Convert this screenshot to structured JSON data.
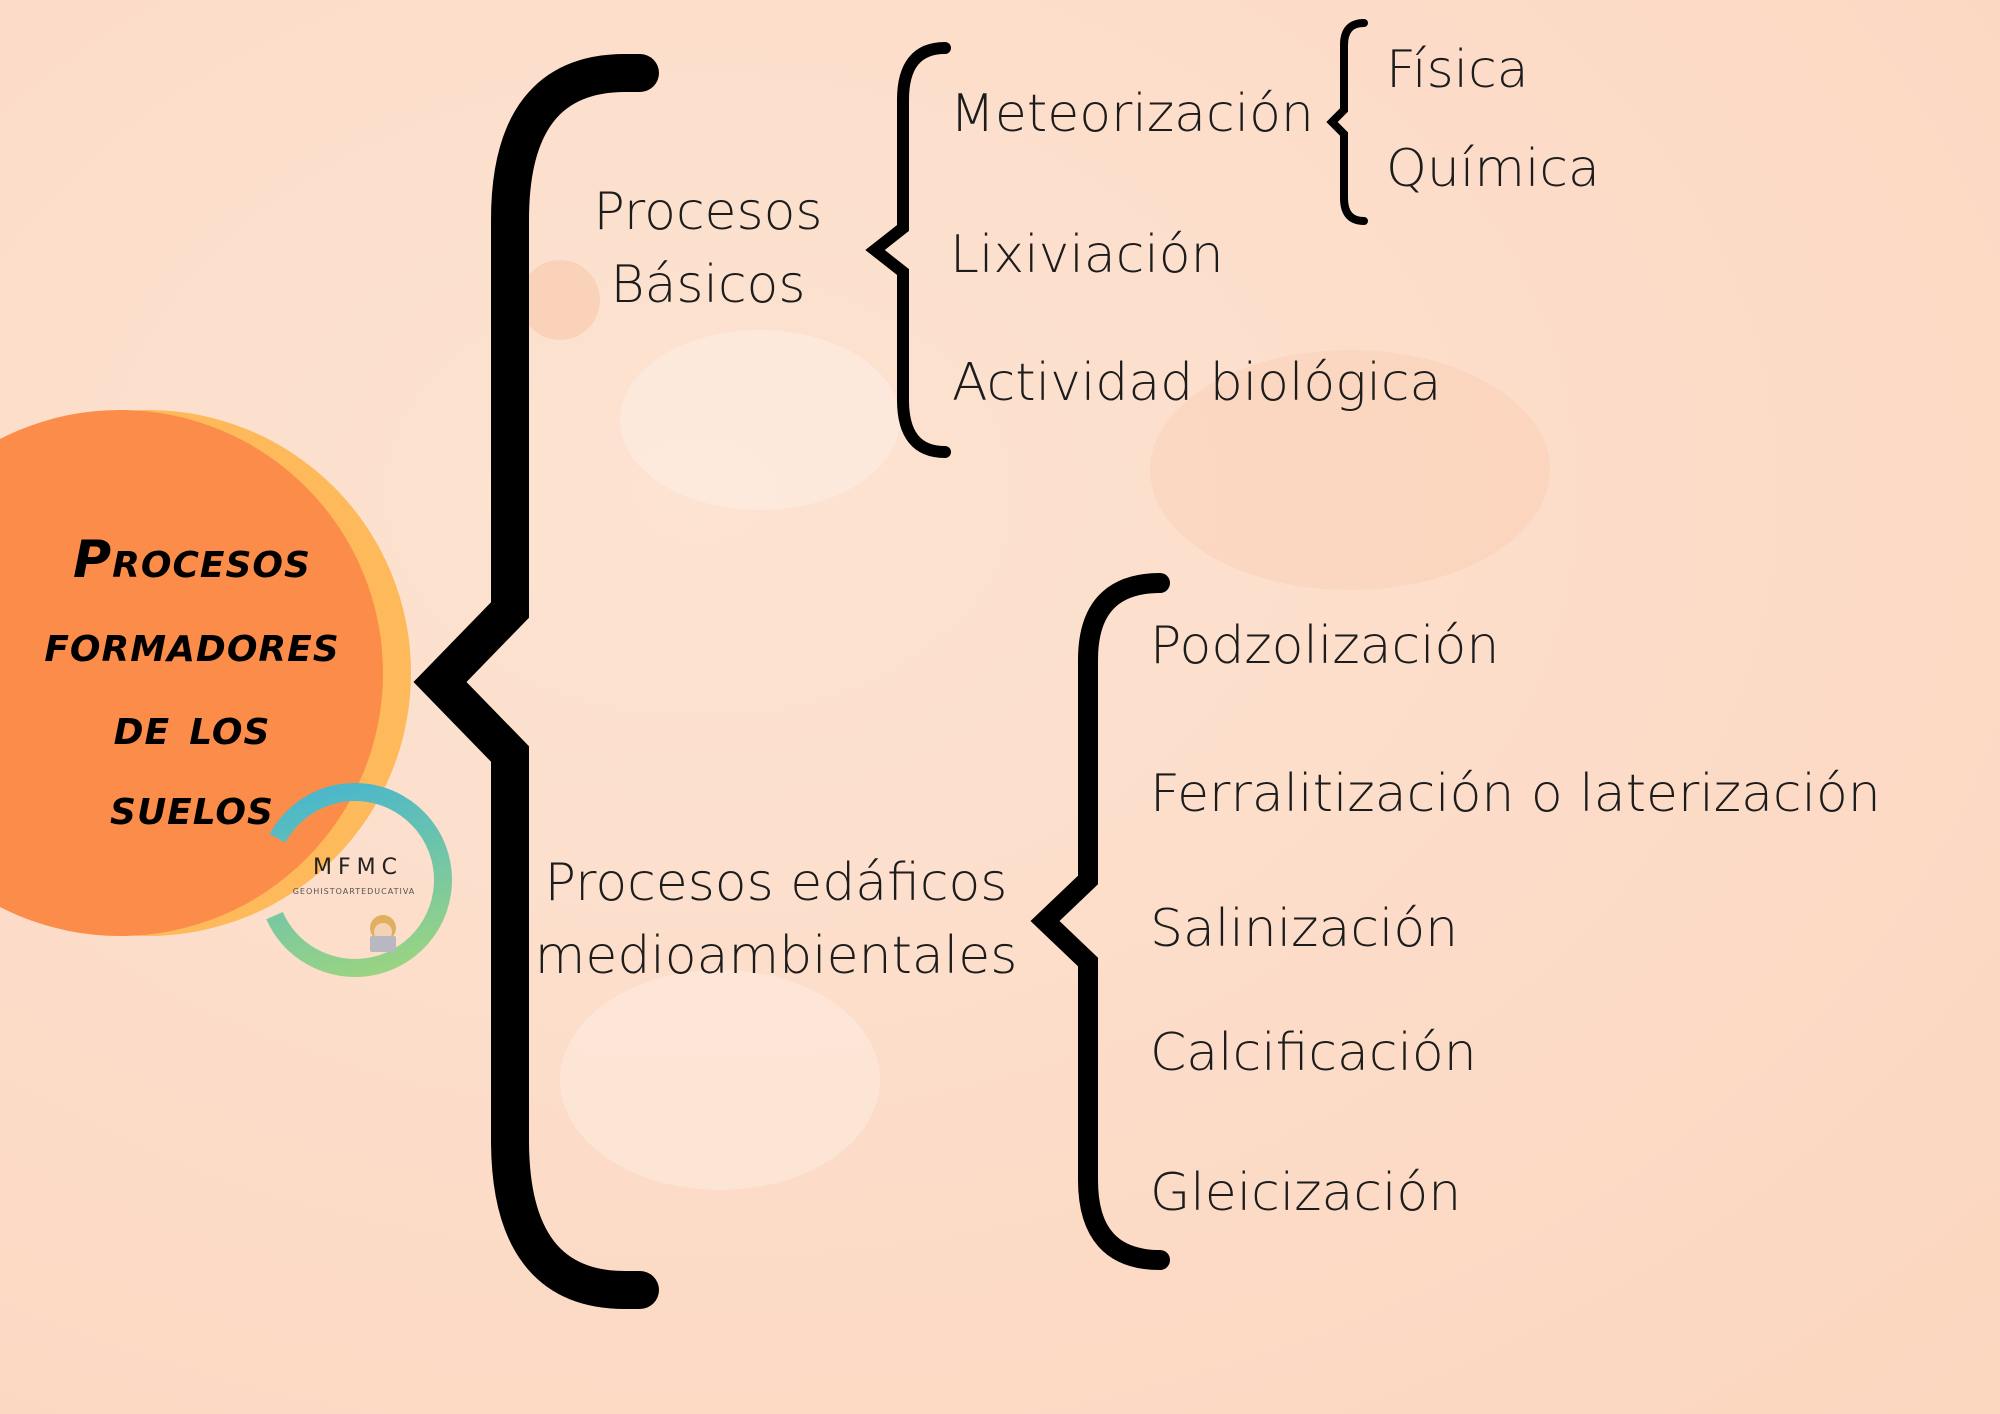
{
  "title": {
    "lines": [
      "Procesos",
      "formadores",
      "de los",
      "suelos"
    ]
  },
  "logo": {
    "initials": "MFMC",
    "subtitle": "GEOHISTOARTEDUCATIVA"
  },
  "basic": {
    "label_lines": [
      "Procesos",
      "Básicos"
    ],
    "items": [
      "Meteorización",
      "Lixiviación",
      "Actividad biológica"
    ],
    "meteorizacion_types": [
      "Física",
      "Química"
    ]
  },
  "edaphic": {
    "label_lines": [
      "Procesos edáficos",
      "medioambientales"
    ],
    "items": [
      "Podzolización",
      "Ferralitización o laterización",
      "Salinización",
      "Calcificación",
      "Gleicización"
    ]
  },
  "colors": {
    "background": "#fcdcc8",
    "circle_orange": "#fb8c4a",
    "circle_yellow": "#fdb95a"
  }
}
